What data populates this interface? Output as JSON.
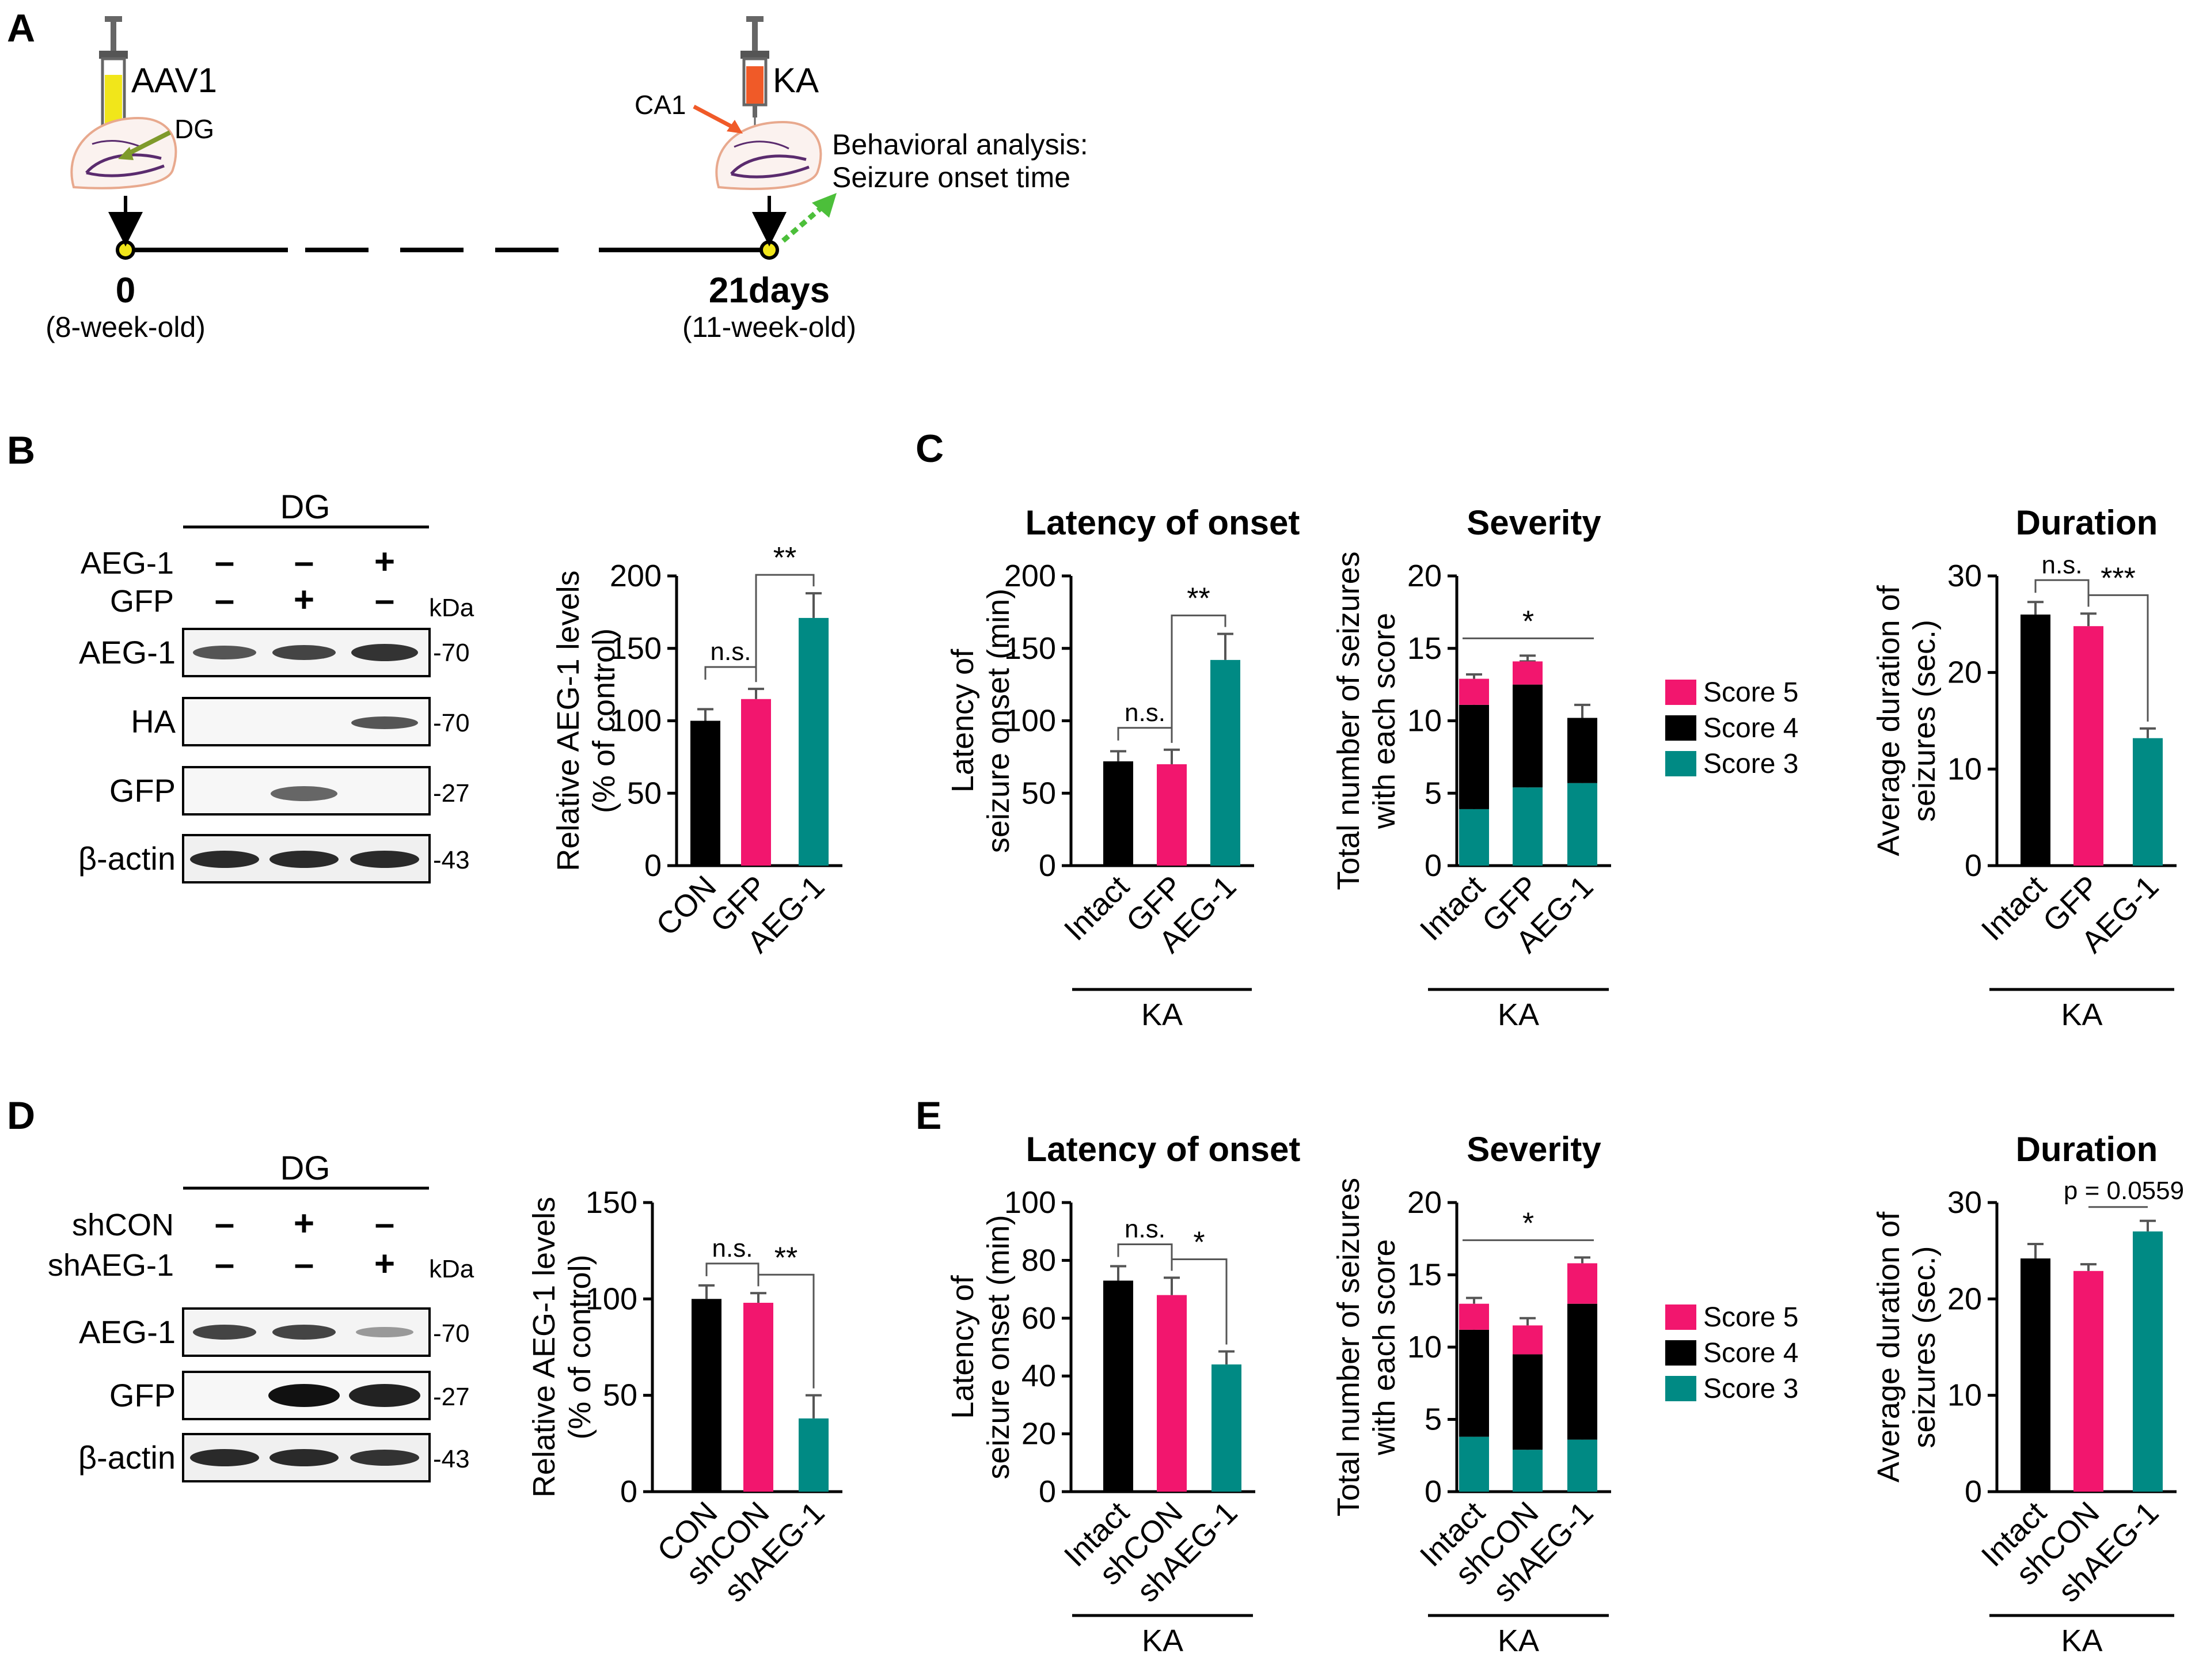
{
  "colors": {
    "black": "#000000",
    "pink": "#f2166e",
    "teal": "#008a84",
    "yellow": "#f1e61a",
    "orange": "#f05a28",
    "green_arrow": "#7f9a2b",
    "green_dotted": "#4cbf3a",
    "brain_outline": "#5a2b6e",
    "brain_edge": "#e8a98e"
  },
  "panelA": {
    "label": "A",
    "aav": "AAV1",
    "dg": "DG",
    "ca1": "CA1",
    "ka": "KA",
    "behavior_line1": "Behavioral analysis:",
    "behavior_line2": "Seizure onset time",
    "t0": "0",
    "t0_sub": "(8-week-old)",
    "t1": "21days",
    "t1_sub": "(11-week-old)"
  },
  "panelB": {
    "label": "B",
    "dg": "DG",
    "kda": "kDa",
    "row_labels": [
      "AEG-1",
      "GFP"
    ],
    "signs": [
      [
        "–",
        "–",
        "+"
      ],
      [
        "–",
        "+",
        "–"
      ]
    ],
    "blots": [
      "AEG-1",
      "HA",
      "GFP",
      "β-actin"
    ],
    "sizes": [
      "-70",
      "-70",
      "-27",
      "-43"
    ]
  },
  "panelD": {
    "label": "D",
    "dg": "DG",
    "kda": "kDa",
    "row_labels": [
      "shCON",
      "shAEG-1"
    ],
    "signs": [
      [
        "–",
        "+",
        "–"
      ],
      [
        "–",
        "–",
        "+"
      ]
    ],
    "blots": [
      "AEG-1",
      "GFP",
      "β-actin"
    ],
    "sizes": [
      "-70",
      "-27",
      "-43"
    ]
  },
  "panelC": {
    "label": "C"
  },
  "panelE": {
    "label": "E"
  },
  "chart_data": [
    {
      "id": "B_bar",
      "type": "bar",
      "title": "",
      "ylabel_line1": "Relative AEG-1 levels",
      "ylabel_line2": "(% of control)",
      "categories": [
        "CON",
        "GFP",
        "AEG-1"
      ],
      "values": [
        100,
        115,
        171
      ],
      "errors": [
        8,
        7,
        17
      ],
      "colors": [
        "#000000",
        "#f2166e",
        "#008a84"
      ],
      "ylim": [
        0,
        200
      ],
      "ticks": [
        0,
        50,
        100,
        150,
        200
      ],
      "sig": [
        {
          "from": 0,
          "to": 1,
          "label": "n.s."
        },
        {
          "from": 1,
          "to": 2,
          "label": "**"
        }
      ],
      "group_label": ""
    },
    {
      "id": "C_latency",
      "type": "bar",
      "title": "Latency of onset",
      "ylabel_line1": "Latency of",
      "ylabel_line2": "seizure onset (min)",
      "categories": [
        "Intact",
        "GFP",
        "AEG-1"
      ],
      "values": [
        72,
        70,
        142
      ],
      "errors": [
        7,
        10,
        18
      ],
      "colors": [
        "#000000",
        "#f2166e",
        "#008a84"
      ],
      "ylim": [
        0,
        200
      ],
      "ticks": [
        0,
        50,
        100,
        150,
        200
      ],
      "sig": [
        {
          "from": 0,
          "to": 1,
          "label": "n.s."
        },
        {
          "from": 1,
          "to": 2,
          "label": "**"
        }
      ],
      "group_label": "KA"
    },
    {
      "id": "C_severity",
      "type": "bar",
      "stacked": true,
      "title": "Severity",
      "ylabel_line1": "Total number of seizures",
      "ylabel_line2": "with each score",
      "categories": [
        "Intact",
        "GFP",
        "AEG-1"
      ],
      "series": [
        {
          "name": "Score 3",
          "color": "#008a84",
          "values": [
            3.9,
            5.4,
            5.7
          ],
          "errors": [
            0.5,
            0.6,
            0.9
          ]
        },
        {
          "name": "Score 4",
          "color": "#000000",
          "values": [
            7.2,
            7.1,
            4.5
          ],
          "errors": [
            1.7,
            1.6,
            0.9
          ]
        },
        {
          "name": "Score 5",
          "color": "#f2166e",
          "values": [
            1.8,
            1.6,
            0
          ],
          "errors": [
            0.3,
            0.4,
            0
          ]
        }
      ],
      "legend_order": [
        "Score 5",
        "Score 4",
        "Score 3"
      ],
      "ylim": [
        0,
        20
      ],
      "ticks": [
        0,
        5,
        10,
        15,
        20
      ],
      "sig_line": {
        "from": 0,
        "to": 2,
        "label": "*"
      },
      "group_label": "KA"
    },
    {
      "id": "C_duration",
      "type": "bar",
      "title": "Duration",
      "ylabel_line1": "Average duration of",
      "ylabel_line2": "seizures (sec.)",
      "categories": [
        "Intact",
        "GFP",
        "AEG-1"
      ],
      "values": [
        26,
        24.8,
        13.2
      ],
      "errors": [
        1.3,
        1.3,
        1
      ],
      "colors": [
        "#000000",
        "#f2166e",
        "#008a84"
      ],
      "ylim": [
        0,
        30
      ],
      "ticks": [
        0,
        10,
        20,
        30
      ],
      "sig": [
        {
          "from": 0,
          "to": 1,
          "label": "n.s."
        },
        {
          "from": 1,
          "to": 2,
          "label": "***"
        }
      ],
      "group_label": "KA"
    },
    {
      "id": "D_bar",
      "type": "bar",
      "title": "",
      "ylabel_line1": "Relative AEG-1 levels",
      "ylabel_line2": "(% of control)",
      "categories": [
        "CON",
        "shCON",
        "shAEG-1"
      ],
      "values": [
        100,
        98,
        38
      ],
      "errors": [
        7,
        5,
        12
      ],
      "colors": [
        "#000000",
        "#f2166e",
        "#008a84"
      ],
      "ylim": [
        0,
        150
      ],
      "ticks": [
        0,
        50,
        100,
        150
      ],
      "sig": [
        {
          "from": 0,
          "to": 1,
          "label": "n.s."
        },
        {
          "from": 1,
          "to": 2,
          "label": "**"
        }
      ],
      "group_label": ""
    },
    {
      "id": "E_latency",
      "type": "bar",
      "title": "Latency of onset",
      "ylabel_line1": "Latency of",
      "ylabel_line2": "seizure onset (min)",
      "categories": [
        "Intact",
        "shCON",
        "shAEG-1"
      ],
      "values": [
        73,
        68,
        44
      ],
      "errors": [
        5,
        6,
        4.5
      ],
      "colors": [
        "#000000",
        "#f2166e",
        "#008a84"
      ],
      "ylim": [
        0,
        100
      ],
      "ticks": [
        0,
        20,
        40,
        60,
        80,
        100
      ],
      "sig": [
        {
          "from": 0,
          "to": 1,
          "label": "n.s."
        },
        {
          "from": 1,
          "to": 2,
          "label": "*"
        }
      ],
      "group_label": "KA"
    },
    {
      "id": "E_severity",
      "type": "bar",
      "stacked": true,
      "title": "Severity",
      "ylabel_line1": "Total number of seizures",
      "ylabel_line2": "with each score",
      "categories": [
        "Intact",
        "shCON",
        "shAEG-1"
      ],
      "series": [
        {
          "name": "Score 3",
          "color": "#008a84",
          "values": [
            3.8,
            2.9,
            3.6
          ],
          "errors": [
            0.6,
            0.3,
            0.3
          ]
        },
        {
          "name": "Score 4",
          "color": "#000000",
          "values": [
            7.4,
            6.6,
            9.4
          ],
          "errors": [
            0.3,
            0.6,
            0.3
          ]
        },
        {
          "name": "Score 5",
          "color": "#f2166e",
          "values": [
            1.8,
            2,
            2.8
          ],
          "errors": [
            0.4,
            0.5,
            0.4
          ]
        }
      ],
      "legend_order": [
        "Score 5",
        "Score 4",
        "Score 3"
      ],
      "ylim": [
        0,
        20
      ],
      "ticks": [
        0,
        5,
        10,
        15,
        20
      ],
      "sig_line": {
        "from": 0,
        "to": 2,
        "label": "*"
      },
      "group_label": "KA"
    },
    {
      "id": "E_duration",
      "type": "bar",
      "title": "Duration",
      "ylabel_line1": "Average duration of",
      "ylabel_line2": "seizures (sec.)",
      "categories": [
        "Intact",
        "shCON",
        "shAEG-1"
      ],
      "values": [
        24.2,
        22.9,
        27
      ],
      "errors": [
        1.5,
        0.7,
        1.1
      ],
      "colors": [
        "#000000",
        "#f2166e",
        "#008a84"
      ],
      "ylim": [
        0,
        30
      ],
      "ticks": [
        0,
        10,
        20,
        30
      ],
      "annotation": "p = 0.0559",
      "group_label": "KA"
    }
  ]
}
